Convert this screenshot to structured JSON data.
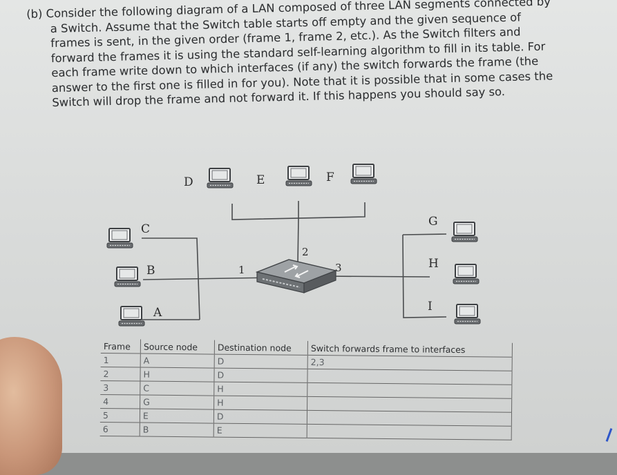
{
  "question": {
    "lines": [
      "(b) Consider the following diagram of a LAN composed of three LAN segments connected by",
      "a Switch. Assume that the Switch table starts off empty and the given sequence of",
      "frames is sent, in the given order (frame 1, frame 2, etc.). As the Switch filters and",
      "forward the frames it is using the standard self-learning algorithm to fill in its table. For",
      "each frame write down to which interfaces (if any) the switch forwards the frame (the",
      "answer to the first one is filled in for you). Note that it is possible that in some cases the",
      "Switch will drop the frame and not forward it. If this happens you should say so."
    ]
  },
  "diagram": {
    "hosts": {
      "A": "A",
      "B": "B",
      "C": "C",
      "D": "D",
      "E": "E",
      "F": "F",
      "G": "G",
      "H": "H",
      "I": "I"
    },
    "interfaces": {
      "1": "1",
      "2": "2",
      "3": "3"
    }
  },
  "table": {
    "headers": [
      "Frame",
      "Source node",
      "Destination node",
      "Switch forwards frame to interfaces"
    ],
    "rows": [
      {
        "frame": "1",
        "source": "A",
        "dest": "D",
        "forwards": "2,3"
      },
      {
        "frame": "2",
        "source": "H",
        "dest": "D",
        "forwards": ""
      },
      {
        "frame": "3",
        "source": "C",
        "dest": "H",
        "forwards": ""
      },
      {
        "frame": "4",
        "source": "G",
        "dest": "H",
        "forwards": ""
      },
      {
        "frame": "5",
        "source": "E",
        "dest": "D",
        "forwards": ""
      },
      {
        "frame": "6",
        "source": "B",
        "dest": "E",
        "forwards": ""
      }
    ]
  }
}
